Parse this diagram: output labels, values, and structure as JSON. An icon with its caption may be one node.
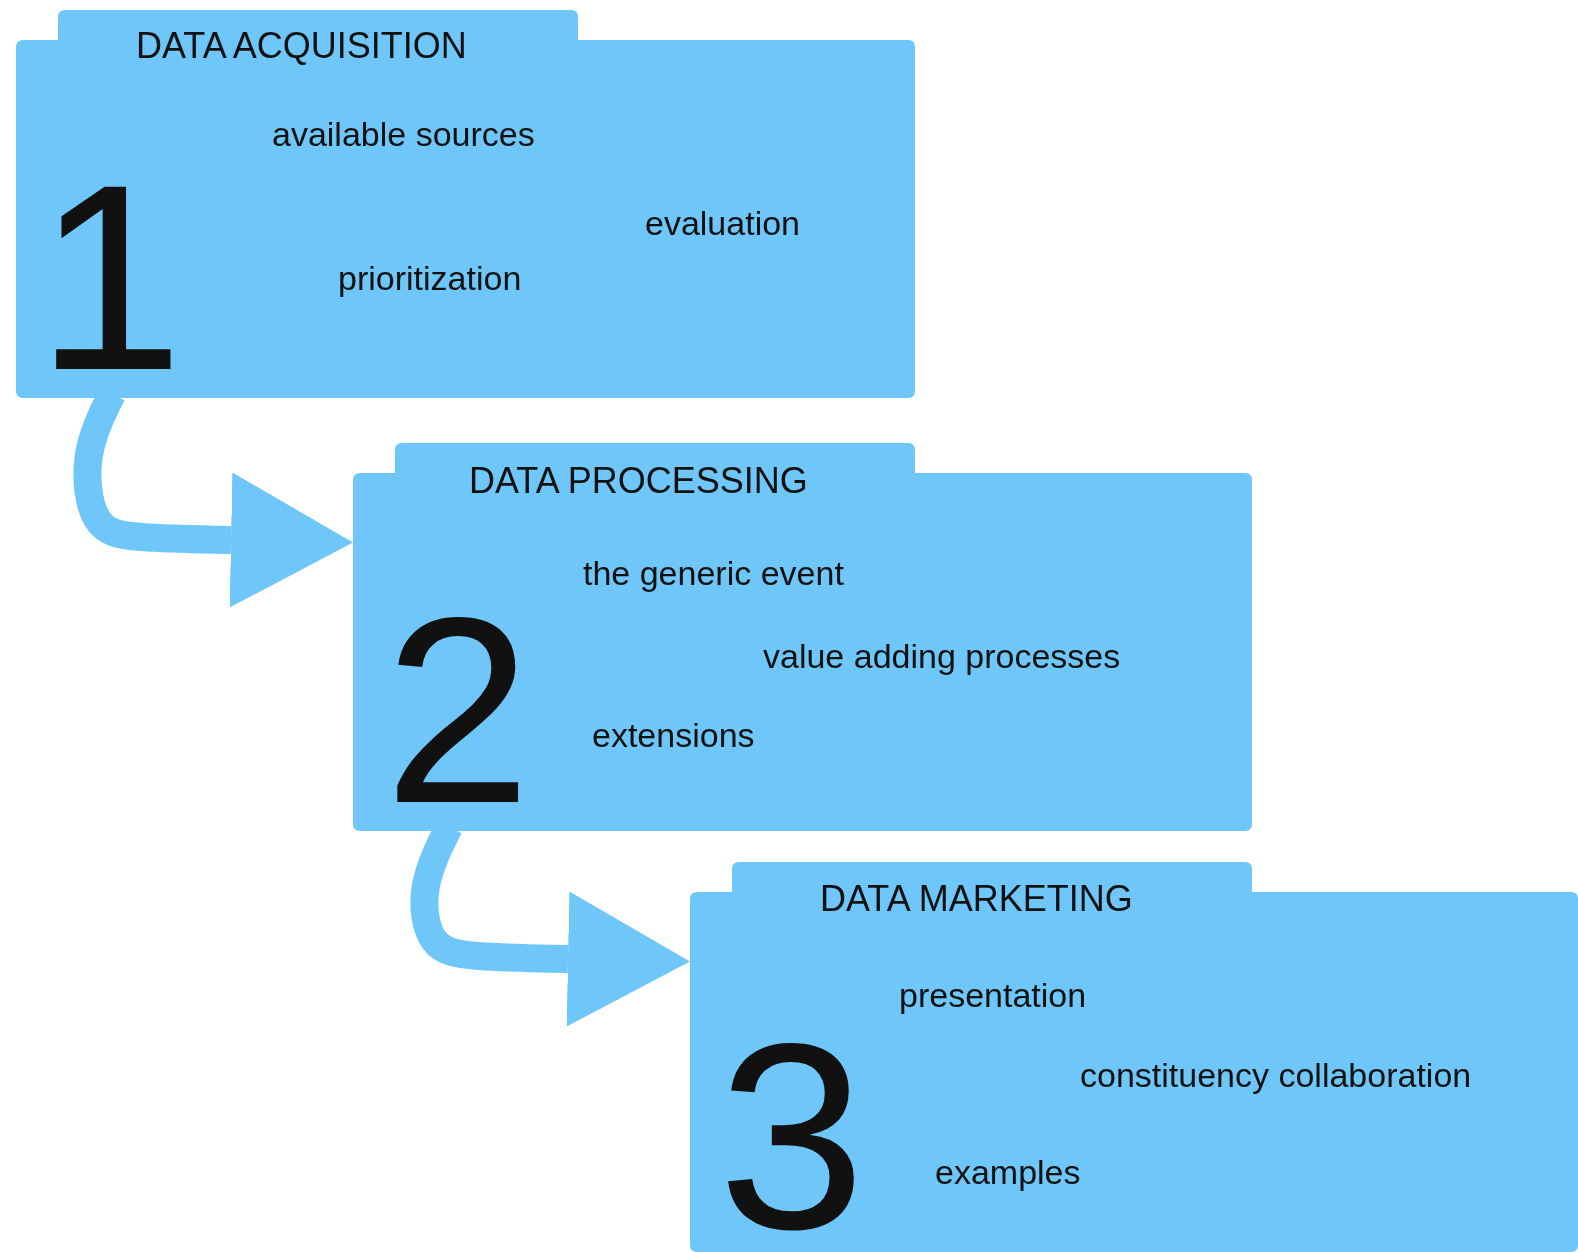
{
  "diagram": {
    "nodes": [
      {
        "text": [
          "DATA ACQUISITION",
          "1",
          "available sources",
          "evaluation",
          "prioritization"
        ]
      },
      {
        "text": [
          "DATA PROCESSING",
          "2",
          "the generic event",
          "value adding processes",
          "extensions"
        ]
      },
      {
        "text": [
          "DATA MARKETING",
          "3",
          "presentation",
          "constituency collaboration",
          "examples"
        ]
      }
    ],
    "edges": [
      {
        "from": 0,
        "to": 1,
        "arrow": "to"
      },
      {
        "from": 1,
        "to": 2,
        "arrow": "to"
      }
    ]
  }
}
